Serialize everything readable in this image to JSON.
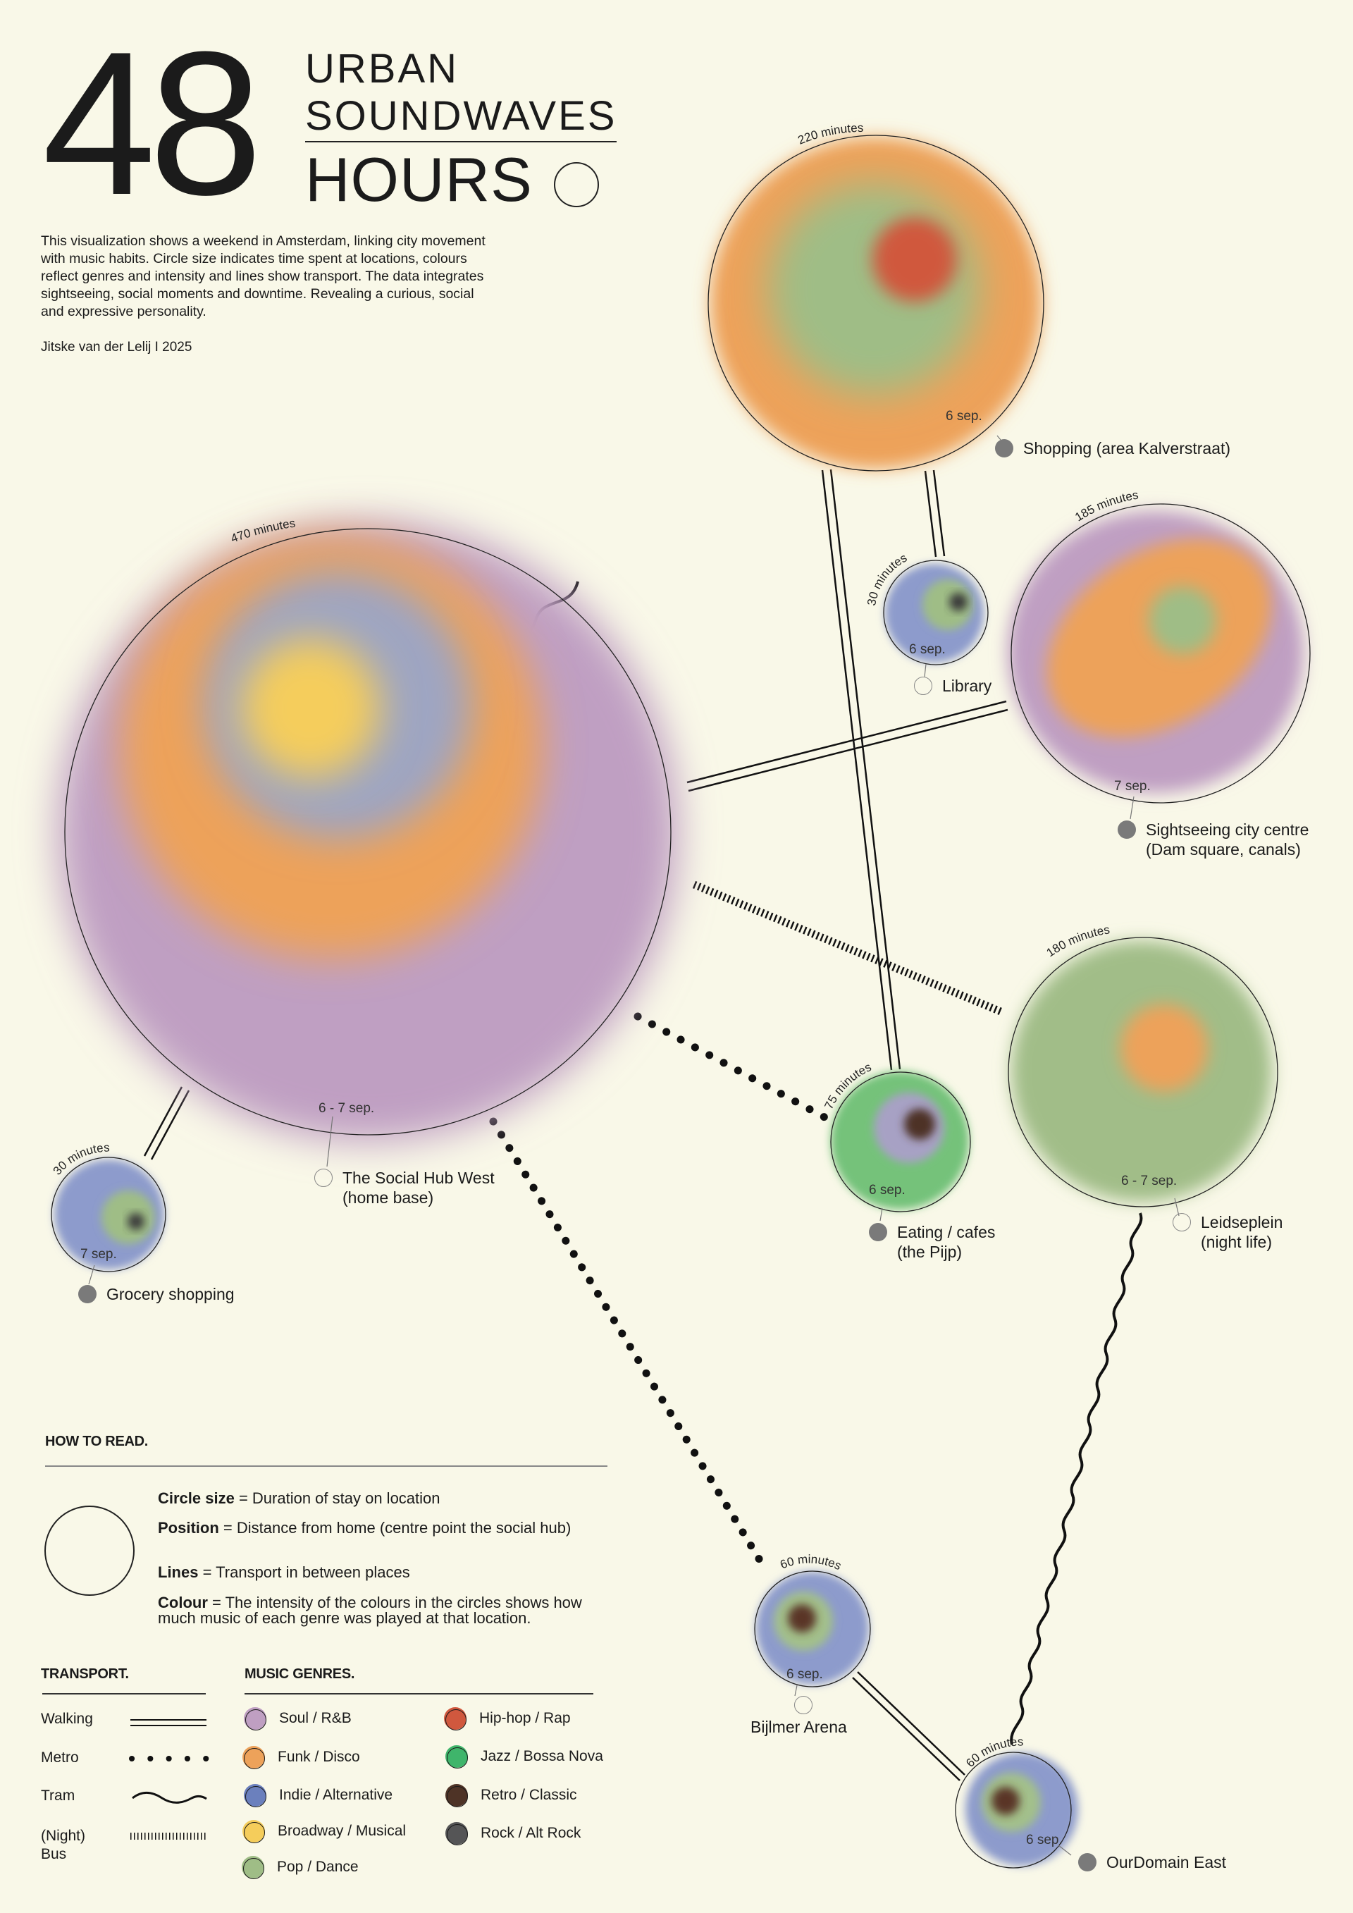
{
  "header": {
    "big_number": "48",
    "word1": "URBAN",
    "word2": "SOUNDWAVES",
    "word3": "HOURS",
    "intro": "This visualization shows a weekend in Amsterdam, linking city movement with music habits. Circle size indicates time spent at locations, colours reflect genres and intensity and lines show transport. The data integrates sightseeing, social moments and downtime. Revealing a curious, social and expressive personality.",
    "author": "Jitske van der Lelij I 2025"
  },
  "colors": {
    "background": "#f9f8e8",
    "soul_rnb": "#bf9fc2",
    "funk_disco": "#eda25a",
    "indie_alt": "#6b80bd",
    "broadway": "#f5cd5b",
    "pop_dance": "#9fbd86",
    "hiphop_rap": "#d0583e",
    "jazz_bossa": "#3fb56b",
    "retro_classic": "#4e3326",
    "rock_alt": "#555556"
  },
  "locations": [
    {
      "id": "home",
      "name_line1": "The Social Hub West",
      "name_line2": "(home base)",
      "minutes": "470 minutes",
      "date": "6 - 7 sep.",
      "marker": "open"
    },
    {
      "id": "shopping",
      "name_line1": "Shopping (area Kalverstraat)",
      "name_line2": "",
      "minutes": "220 minutes",
      "date": "6 sep.",
      "marker": "filled"
    },
    {
      "id": "library",
      "name_line1": "Library",
      "name_line2": "",
      "minutes": "30 minutes",
      "date": "6 sep.",
      "marker": "open"
    },
    {
      "id": "sightseeing",
      "name_line1": "Sightseeing city centre",
      "name_line2": "(Dam square, canals)",
      "minutes": "185 minutes",
      "date": "7 sep.",
      "marker": "filled"
    },
    {
      "id": "leidseplein",
      "name_line1": "Leidseplein",
      "name_line2": "(night life)",
      "minutes": "180 minutes",
      "date": "6 - 7 sep.",
      "marker": "open"
    },
    {
      "id": "pijp",
      "name_line1": "Eating / cafes",
      "name_line2": "(the Pijp)",
      "minutes": "75 minutes",
      "date": "6 sep.",
      "marker": "filled"
    },
    {
      "id": "grocery",
      "name_line1": "Grocery shopping",
      "name_line2": "",
      "minutes": "30 minutes",
      "date": "7 sep.",
      "marker": "filled"
    },
    {
      "id": "bijlmer",
      "name_line1": "Bijlmer Arena",
      "name_line2": "",
      "minutes": "60 minutes",
      "date": "6 sep.",
      "marker": "open"
    },
    {
      "id": "ourdomain",
      "name_line1": "OurDomain East",
      "name_line2": "",
      "minutes": "60 minutes",
      "date": "6 sep.",
      "marker": "filled"
    }
  ],
  "connections": [
    {
      "from": "home",
      "to": "shopping",
      "transport": "Tram"
    },
    {
      "from": "home",
      "to": "sightseeing",
      "transport": "Walking"
    },
    {
      "from": "home",
      "to": "leidseplein",
      "transport": "(Night) Bus"
    },
    {
      "from": "home",
      "to": "pijp",
      "transport": "Metro"
    },
    {
      "from": "home",
      "to": "grocery",
      "transport": "Walking"
    },
    {
      "from": "home",
      "to": "bijlmer",
      "transport": "Metro"
    },
    {
      "from": "shopping",
      "to": "library",
      "transport": "Walking"
    },
    {
      "from": "shopping",
      "to": "pijp",
      "transport": "Walking"
    },
    {
      "from": "leidseplein",
      "to": "ourdomain",
      "transport": "Tram"
    },
    {
      "from": "bijlmer",
      "to": "ourdomain",
      "transport": "Walking"
    }
  ],
  "how_to_read": {
    "title": "HOW TO READ.",
    "items": [
      {
        "term": "Circle size",
        "text": " = Duration of stay on location"
      },
      {
        "term": "Position",
        "text": " = Distance from home (centre point the social hub)"
      },
      {
        "term": "Lines",
        "text": " = Transport in between places"
      },
      {
        "term": "Colour",
        "text": " = The intensity of the colours in the circles shows how much music of each genre was played at that location."
      }
    ]
  },
  "transport_legend": {
    "title": "TRANSPORT.",
    "items": [
      "Walking",
      "Metro",
      "Tram",
      "(Night) Bus"
    ]
  },
  "genres_legend": {
    "title": "MUSIC GENRES.",
    "items": [
      "Soul / R&B",
      "Funk / Disco",
      "Indie / Alternative",
      "Broadway / Musical",
      "Pop / Dance",
      "Hip-hop / Rap",
      "Jazz / Bossa Nova",
      "Retro / Classic",
      "Rock / Alt Rock"
    ]
  }
}
